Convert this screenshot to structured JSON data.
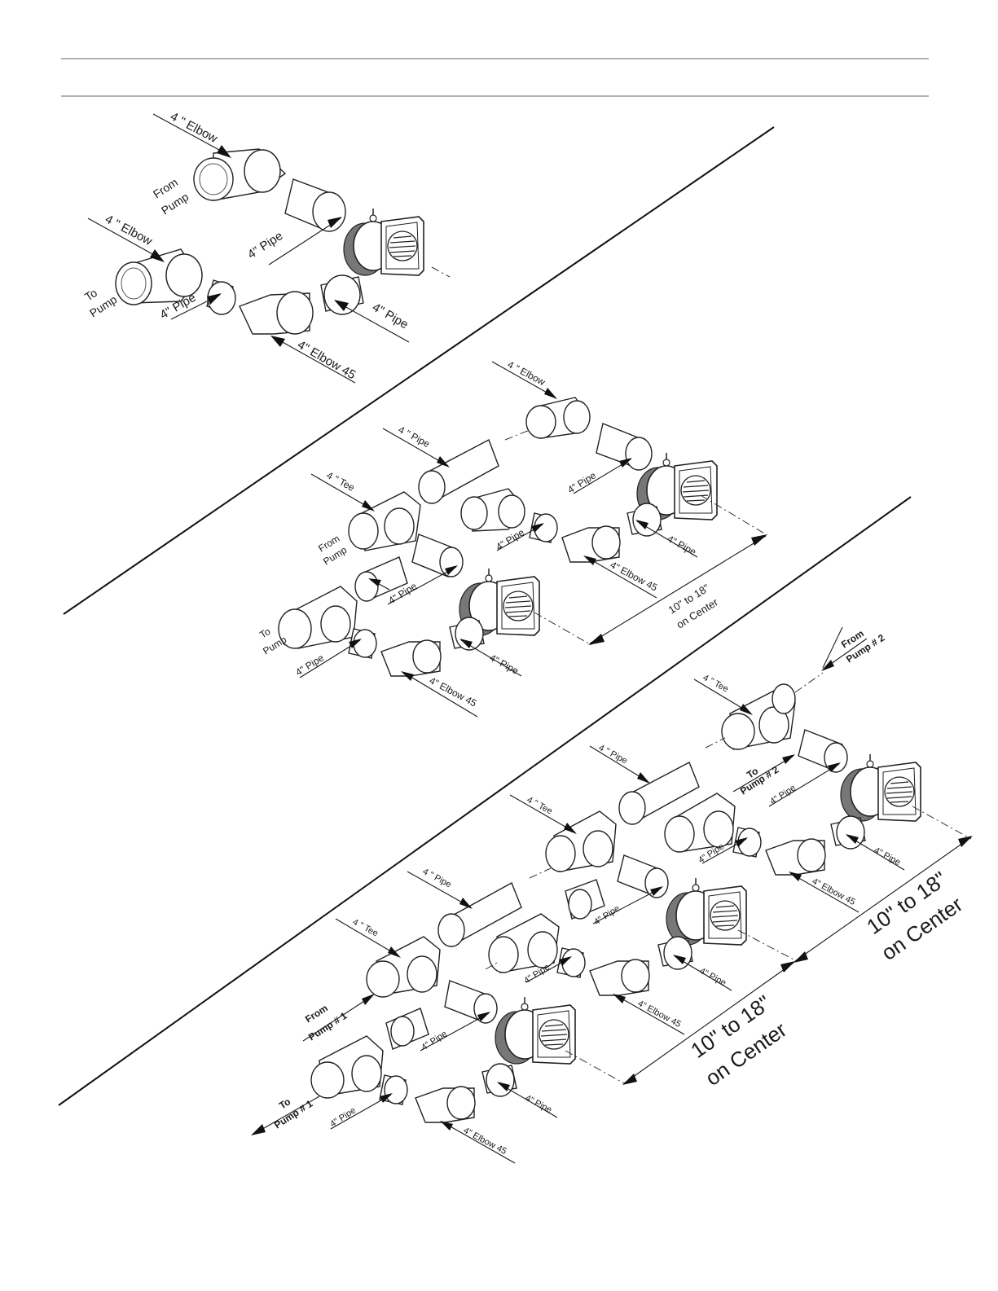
{
  "labels": {
    "elbow_4_spaced": "4 \" Elbow",
    "pipe_4": "4\" Pipe",
    "pipe_4_spaced": "4 \" Pipe",
    "tee_4_spaced": "4 \" Tee",
    "elbow45_4": "4\" Elbow 45",
    "from": "From",
    "to": "To",
    "pump": "Pump",
    "pump_1": "Pump # 1",
    "pump_2": "Pump # 2",
    "spacing_line1": "10\" to 18\"",
    "spacing_line2": "on Center"
  }
}
